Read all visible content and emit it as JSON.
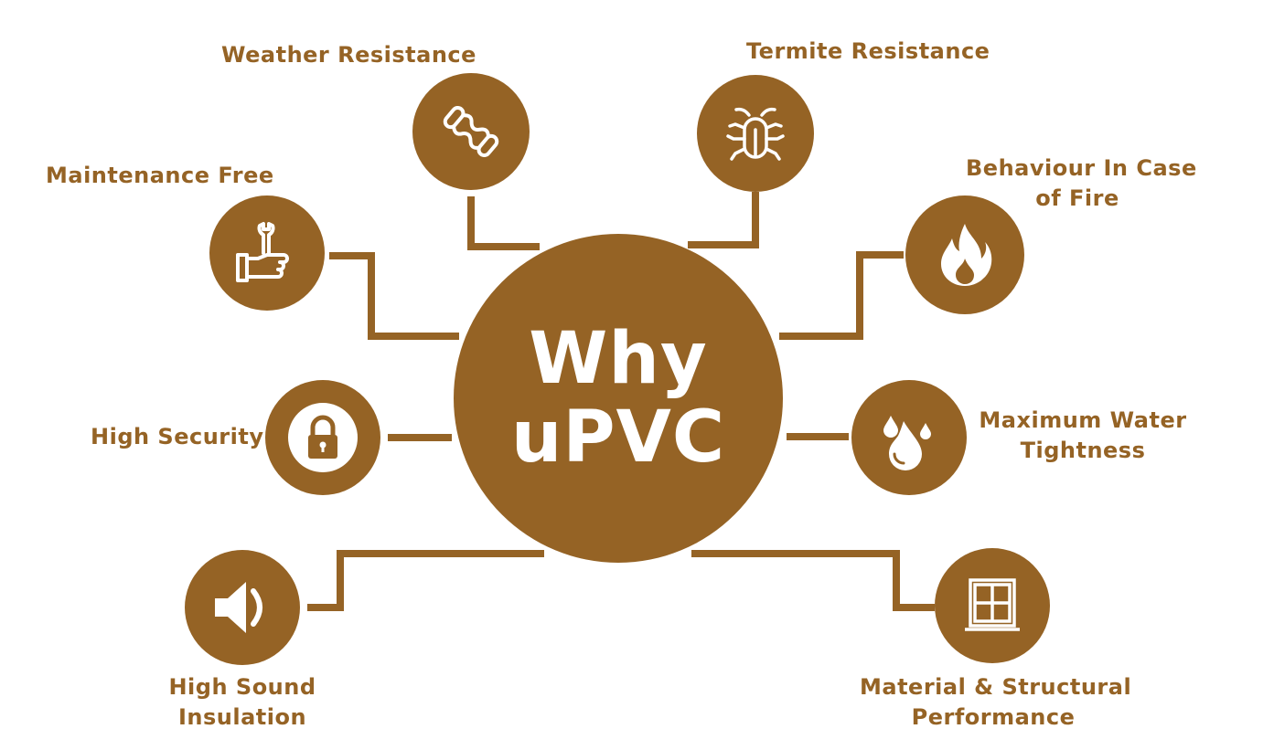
{
  "title": {
    "line1": "Why",
    "line2": "uPVC"
  },
  "theme": {
    "brand": "#956325",
    "icon": "#ffffff"
  },
  "features": [
    {
      "id": "weather",
      "label": [
        "Weather Resistance"
      ],
      "icon": "weather-strip-icon"
    },
    {
      "id": "termite",
      "label": [
        "Termite Resistance"
      ],
      "icon": "termite-icon"
    },
    {
      "id": "maintenance",
      "label": [
        "Maintenance Free"
      ],
      "icon": "wrench-hand-icon"
    },
    {
      "id": "fire",
      "label": [
        "Behaviour In Case",
        "of Fire"
      ],
      "icon": "flame-icon"
    },
    {
      "id": "security",
      "label": [
        "High Security"
      ],
      "icon": "padlock-icon"
    },
    {
      "id": "water",
      "label": [
        "Maximum Water",
        "Tightness"
      ],
      "icon": "water-drops-icon"
    },
    {
      "id": "sound",
      "label": [
        "High Sound",
        "Insulation"
      ],
      "icon": "speaker-icon"
    },
    {
      "id": "material",
      "label": [
        "Material & Structural",
        "Performance"
      ],
      "icon": "window-frame-icon"
    }
  ]
}
